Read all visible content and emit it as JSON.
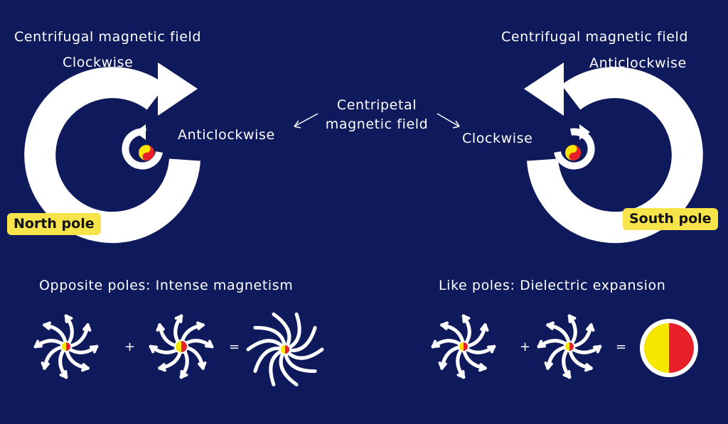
{
  "left": {
    "outer_label": "Centrifugal magnetic field",
    "outer_direction": "Clockwise",
    "inner_direction": "Anticlockwise",
    "pole": "North pole"
  },
  "right": {
    "outer_label": "Centrifugal magnetic field",
    "outer_direction": "Anticlockwise",
    "inner_direction": "Clockwise",
    "pole": "South pole"
  },
  "center_label": [
    "Centripetal",
    "magnetic field"
  ],
  "bottom_left": {
    "title": "Opposite poles: Intense magnetism",
    "plus": "+",
    "equals": "="
  },
  "bottom_right": {
    "title": "Like poles: Dielectric expansion",
    "plus": "+",
    "equals": "="
  },
  "colors": {
    "background": "#0f1a5c",
    "arrow": "#ffffff",
    "badge": "#f7e34a",
    "red": "#e8202a",
    "yellow": "#f7e600"
  }
}
